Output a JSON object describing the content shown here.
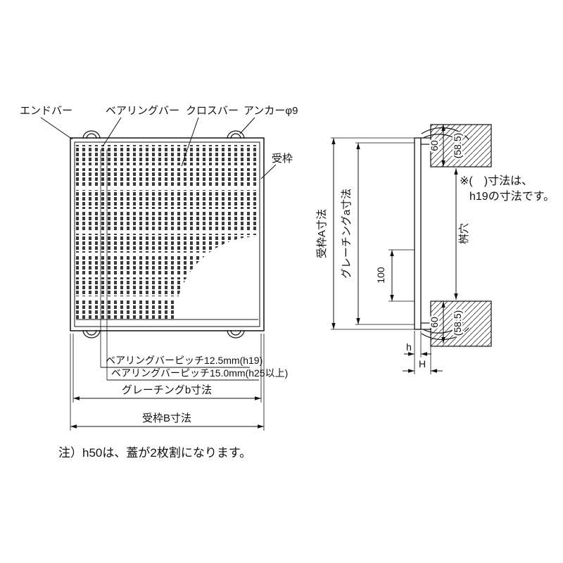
{
  "plan": {
    "labels": {
      "end_bar": "エンドバー",
      "bearing_bar": "ベアリングバー",
      "cross_bar": "クロスバー",
      "anchor": "アンカーφ9",
      "frame": "受枠"
    },
    "dimensions": {
      "pitch_h19": "ベアリングバーピッチ12.5mm(h19)",
      "pitch_h25": "ベアリングバーピッチ15.0mm(h25以上)",
      "grating_b": "グレーチングb寸法",
      "frame_b": "受枠B寸法"
    }
  },
  "section": {
    "dimensions": {
      "frame_a": "受枠A寸法",
      "grating_a": "グレーチングa寸法",
      "masu_hole": "桝穴",
      "middle_100": "100",
      "top_60": "60",
      "top_585": "(58.5)",
      "bottom_60": "60",
      "bottom_585": "(58.5)",
      "h_small": "h",
      "h_large": "H"
    }
  },
  "notes": {
    "paren_line1": "※(　)寸法は、",
    "paren_line2": "h19の寸法です。",
    "bottom": "注）h50は、蓋が2枚割になります。"
  },
  "colors": {
    "line": "#111111",
    "background": "#ffffff"
  }
}
